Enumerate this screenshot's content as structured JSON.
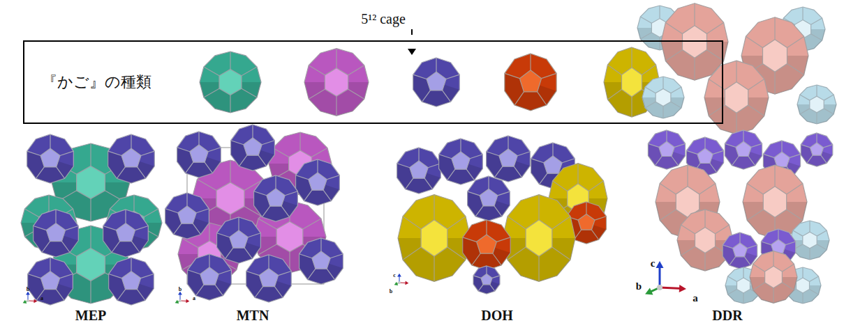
{
  "diagram": {
    "nodes": [
      {
        "text": [
          "『かご』の種類"
        ]
      }
    ],
    "labels": [
      "5¹² cage",
      "MEP",
      "MTN",
      "DOH",
      "DDR",
      "b",
      "a",
      "b",
      "a",
      "c",
      "b",
      "c",
      "b",
      "a"
    ]
  }
}
